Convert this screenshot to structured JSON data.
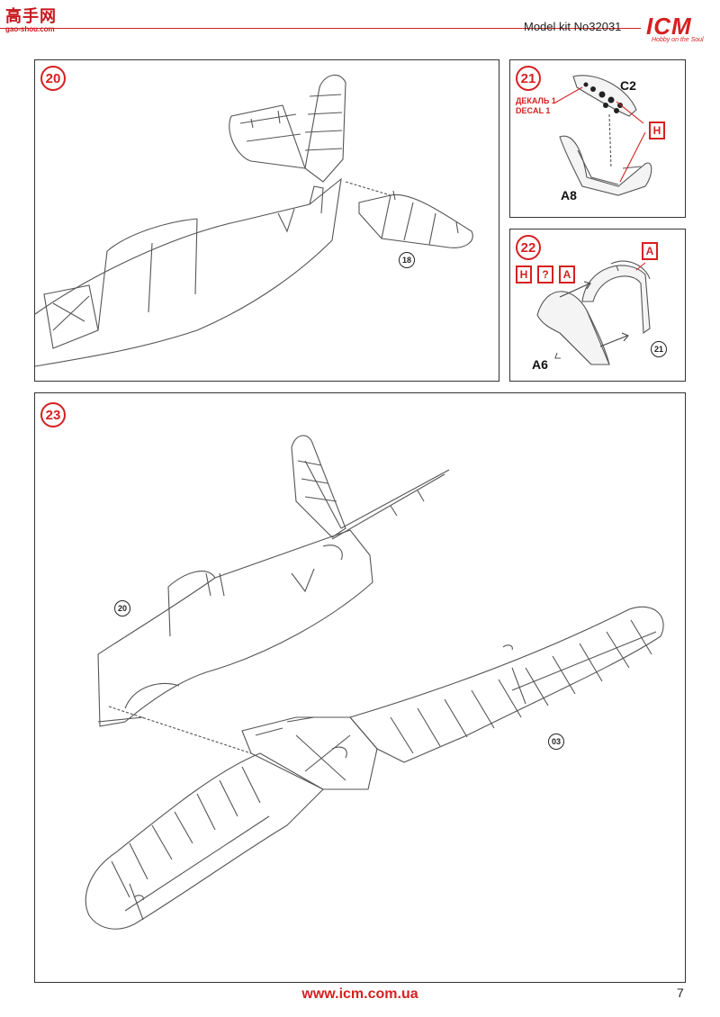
{
  "watermark": {
    "text": "高手网",
    "sub": "gao-shou.com"
  },
  "header": {
    "title": "Model kit No32031",
    "brand": "ICM",
    "slogan": "Hobby on the Soul"
  },
  "colors": {
    "accent": "#d62021",
    "line": "#333333"
  },
  "step20": {
    "number": "20",
    "ref": "18"
  },
  "step21": {
    "number": "21",
    "part_top": "C2",
    "part_bottom": "A8",
    "decal_ru": "ДЕКАЛЬ 1",
    "decal_en": "DECAL 1",
    "tag": "H"
  },
  "step22": {
    "number": "22",
    "part": "A6",
    "ref": "21",
    "tag_right": "A",
    "tags_left": [
      "H",
      "?",
      "A"
    ]
  },
  "step23": {
    "number": "23",
    "ref_fuselage": "20",
    "ref_wing": "03"
  },
  "footer": {
    "url": "www.icm.com.ua",
    "page": "7"
  }
}
